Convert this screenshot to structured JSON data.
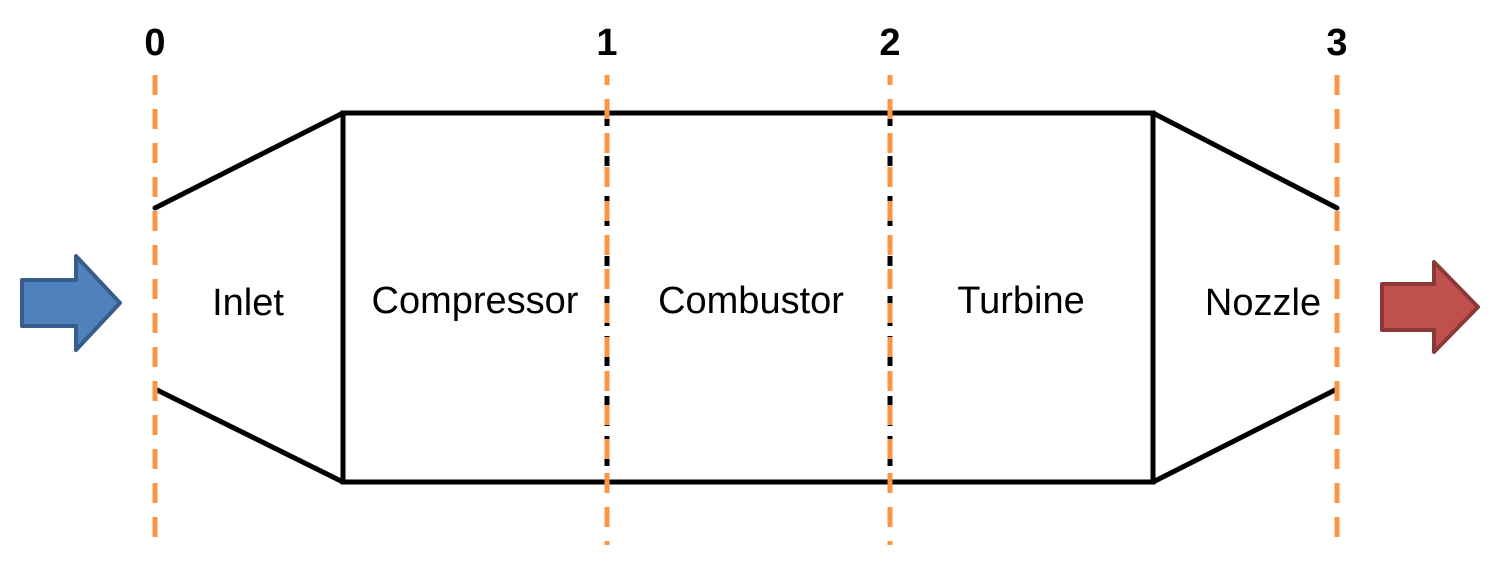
{
  "stations": [
    {
      "id": "station-0",
      "label": "0"
    },
    {
      "id": "station-1",
      "label": "1"
    },
    {
      "id": "station-2",
      "label": "2"
    },
    {
      "id": "station-3",
      "label": "3"
    }
  ],
  "components": [
    {
      "id": "inlet",
      "label": "Inlet"
    },
    {
      "id": "compressor",
      "label": "Compressor"
    },
    {
      "id": "combustor",
      "label": "Combustor"
    },
    {
      "id": "turbine",
      "label": "Turbine"
    },
    {
      "id": "nozzle",
      "label": "Nozzle"
    }
  ],
  "arrows": {
    "inflow": {
      "icon": "inflow-arrow-icon",
      "fill": "#4f81bd",
      "stroke": "#385d8a"
    },
    "outflow": {
      "icon": "outflow-arrow-icon",
      "fill": "#c0504d",
      "stroke": "#8c3836"
    }
  },
  "colors": {
    "station_line": "#f79646",
    "outline": "#000000"
  }
}
